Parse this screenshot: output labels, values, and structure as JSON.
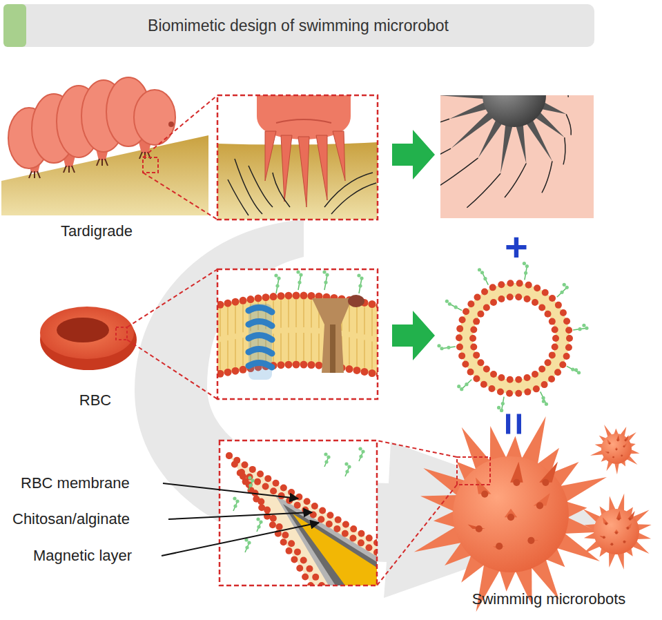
{
  "diagram": {
    "title": "Biomimetic design of swimming microrobot",
    "labels": [
      "Tardigrade",
      "+",
      "RBC",
      "=",
      "RBC membrane",
      "Chitosan/alginate",
      "Magnetic layer",
      "Swimming microrobots"
    ]
  }
}
